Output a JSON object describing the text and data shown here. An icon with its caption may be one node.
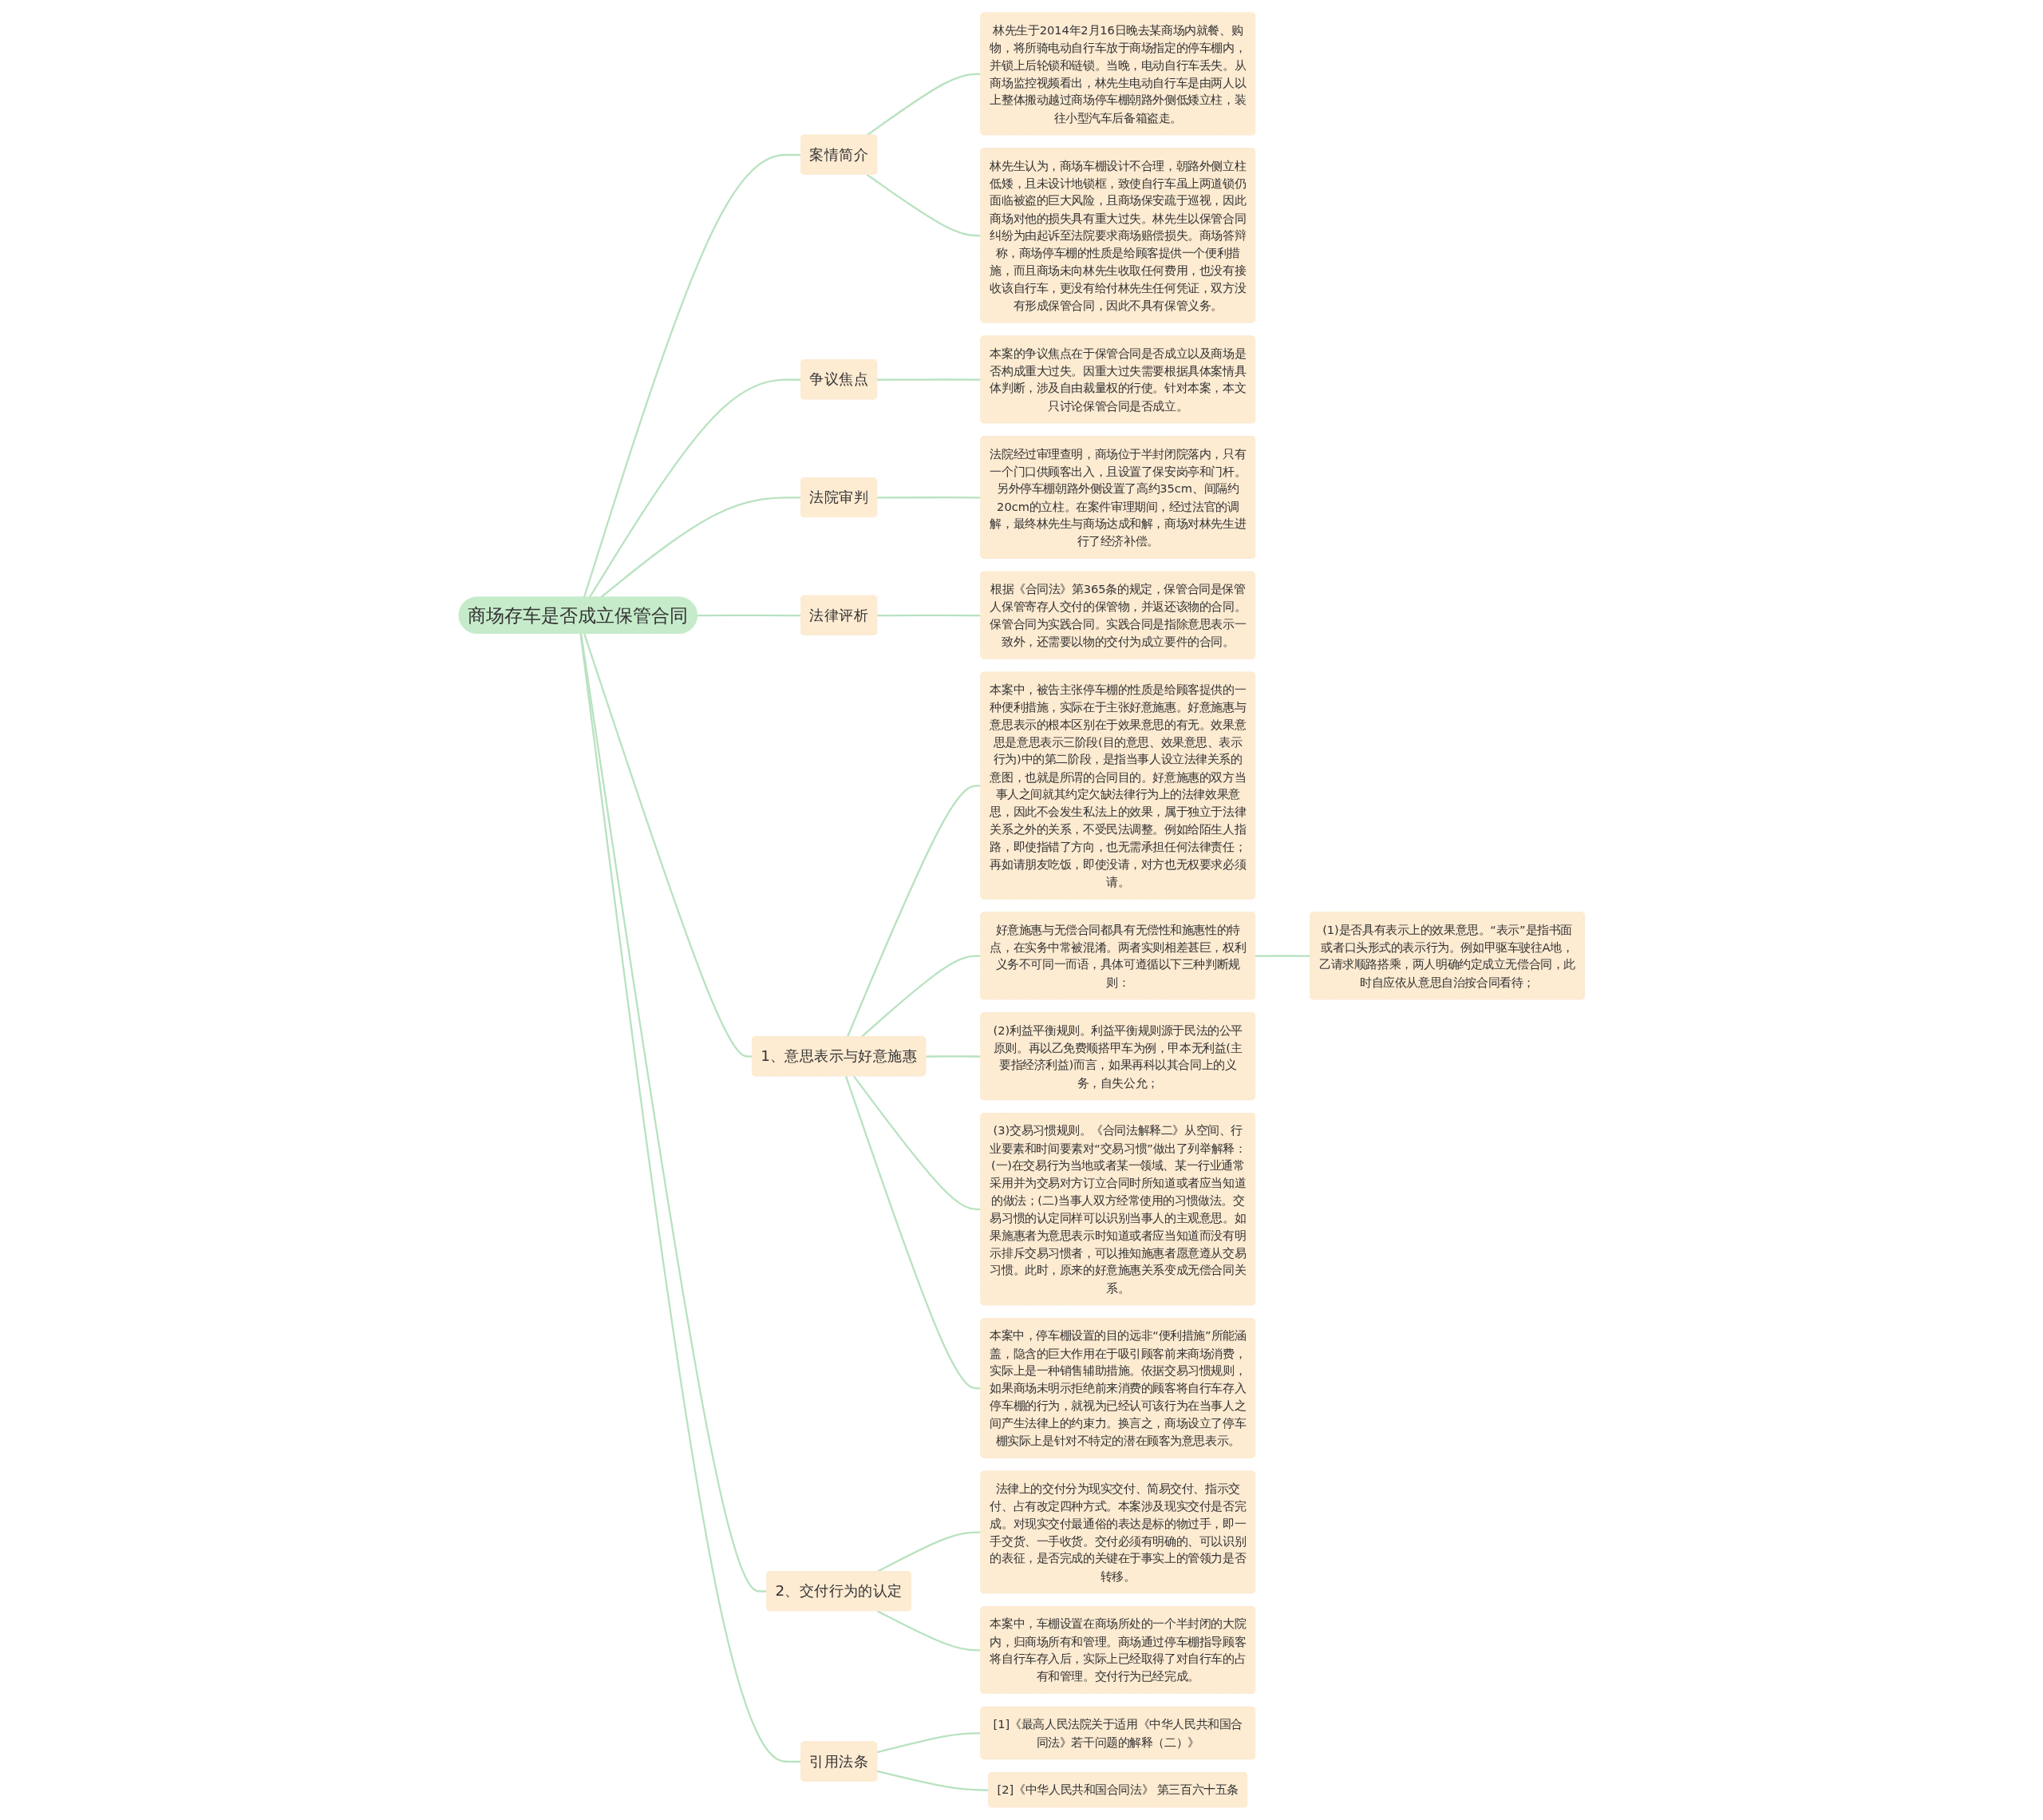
{
  "diagram": {
    "nodes": [
      {
        "text": [
          "商场存车是否成立保管合同"
        ]
      },
      {
        "text": [
          "案情简介"
        ]
      },
      {
        "text": [
          "林先生于2014年2月16日晚去某商场内就餐、购物，将所骑电动自行车放于商场指定的停车棚内，并锁上后轮锁和链锁。当晚，电动自行车丢失。从商场监控视频看出，林先生电动自行车是由两人以上整体搬动越过商场停车棚朝路外侧低矮立柱，装往小型汽车后备箱盗走。"
        ]
      },
      {
        "text": [
          "林先生认为，商场车棚设计不合理，朝路外侧立柱低矮，且未设计地锁框，致使自行车虽上两道锁仍面临被盗的巨大风险，且商场保安疏于巡视，因此商场对他的损失具有重大过失。林先生以保管合同纠纷为由起诉至法院要求商场赔偿损失。商场答辩称，商场停车棚的性质是给顾客提供一个便利措施，而且商场未向林先生收取任何费用，也没有接收该自行车，更没有给付林先生任何凭证，双方没有形成保管合同，因此不具有保管义务。"
        ]
      },
      {
        "text": [
          "争议焦点"
        ]
      },
      {
        "text": [
          "本案的争议焦点在于保管合同是否成立以及商场是否构成重大过失。因重大过失需要根据具体案情具体判断，涉及自由裁量权的行使。针对本案，本文只讨论保管合同是否成立。"
        ]
      },
      {
        "text": [
          "法院审判"
        ]
      },
      {
        "text": [
          "法院经过审理查明，商场位于半封闭院落内，只有一个门口供顾客出入，且设置了保安岗亭和门杆。另外停车棚朝路外侧设置了高约35cm、间隔约20cm的立柱。在案件审理期间，经过法官的调解，最终林先生与商场达成和解，商场对林先生进行了经济补偿。"
        ]
      },
      {
        "text": [
          "法律评析"
        ]
      },
      {
        "text": [
          "根据《合同法》第365条的规定，保管合同是保管人保管寄存人交付的保管物，并返还该物的合同。保管合同为实践合同。实践合同是指除意思表示一致外，还需要以物的交付为成立要件的合同。"
        ]
      },
      {
        "text": [
          "1、意思表示与好意施惠"
        ]
      },
      {
        "text": [
          "本案中，被告主张停车棚的性质是给顾客提供的一种便利措施，实际在于主张好意施惠。好意施惠与意思表示的根本区别在于效果意思的有无。效果意思是意思表示三阶段(目的意思、效果意思、表示行为)中的第二阶段，是指当事人设立法律关系的意图，也就是所谓的合同目的。好意施惠的双方当事人之间就其约定欠缺法律行为上的法律效果意思，因此不会发生私法上的效果，属于独立于法律关系之外的关系，不受民法调整。例如给陌生人指路，即使指错了方向，也无需承担任何法律责任；再如请朋友吃饭，即使没请，对方也无权要求必须请。"
        ]
      },
      {
        "text": [
          "好意施惠与无偿合同都具有无偿性和施惠性的特点，在实务中常被混淆。两者实则相差甚巨，权利义务不可同一而语，具体可遵循以下三种判断规则："
        ]
      },
      {
        "text": [
          "(1)是否具有表示上的效果意思。“表示”是指书面或者口头形式的表示行为。例如甲驱车驶往A地，乙请求顺路搭乘，两人明确约定成立无偿合同，此时自应依从意思自治按合同看待；"
        ]
      },
      {
        "text": [
          "(2)利益平衡规则。利益平衡规则源于民法的公平原则。再以乙免费顺搭甲车为例，甲本无利益(主要指经济利益)而言，如果再科以其合同上的义务，自失公允；"
        ]
      },
      {
        "text": [
          "(3)交易习惯规则。《合同法解释二》从空间、行业要素和时间要素对“交易习惯”做出了列举解释：(一)在交易行为当地或者某一领域、某一行业通常采用并为交易对方订立合同时所知道或者应当知道的做法；(二)当事人双方经常使用的习惯做法。交易习惯的认定同样可以识别当事人的主观意思。如果施惠者为意思表示时知道或者应当知道而没有明示排斥交易习惯者，可以推知施惠者愿意遵从交易习惯。此时，原来的好意施惠关系变成无偿合同关系。"
        ]
      },
      {
        "text": [
          "本案中，停车棚设置的目的远非“便利措施”所能涵盖，隐含的巨大作用在于吸引顾客前来商场消费，实际上是一种销售辅助措施。依据交易习惯规则，如果商场未明示拒绝前来消费的顾客将自行车存入停车棚的行为，就视为已经认可该行为在当事人之间产生法律上的约束力。换言之，商场设立了停车棚实际上是针对不特定的潜在顾客为意思表示。"
        ]
      },
      {
        "text": [
          "2、交付行为的认定"
        ]
      },
      {
        "text": [
          "法律上的交付分为现实交付、简易交付、指示交付、占有改定四种方式。本案涉及现实交付是否完成。对现实交付最通俗的表达是标的物过手，即一手交货、一手收货。交付必须有明确的、可以识别的表征，是否完成的关键在于事实上的管领力是否转移。"
        ]
      },
      {
        "text": [
          "本案中，车棚设置在商场所处的一个半封闭的大院内，归商场所有和管理。商场通过停车棚指导顾客将自行车存入后，实际上已经取得了对自行车的占有和管理。交付行为已经完成。"
        ]
      },
      {
        "text": [
          "引用法条"
        ]
      },
      {
        "text": [
          "[1]《最高人民法院关于适用《中华人民共和国合同法》若干问题的解释（二）》"
        ]
      },
      {
        "text": [
          "[2]《中华人民共和国合同法》 第三百六十五条"
        ]
      }
    ],
    "edges": [
      {
        "from": 0,
        "to": 1,
        "arrow": "none"
      },
      {
        "from": 1,
        "to": 2,
        "arrow": "none"
      },
      {
        "from": 1,
        "to": 3,
        "arrow": "none"
      },
      {
        "from": 0,
        "to": 4,
        "arrow": "none"
      },
      {
        "from": 4,
        "to": 5,
        "arrow": "none"
      },
      {
        "from": 0,
        "to": 6,
        "arrow": "none"
      },
      {
        "from": 6,
        "to": 7,
        "arrow": "none"
      },
      {
        "from": 0,
        "to": 8,
        "arrow": "none"
      },
      {
        "from": 8,
        "to": 9,
        "arrow": "none"
      },
      {
        "from": 0,
        "to": 10,
        "arrow": "none"
      },
      {
        "from": 10,
        "to": 11,
        "arrow": "none"
      },
      {
        "from": 10,
        "to": 12,
        "arrow": "none"
      },
      {
        "from": 12,
        "to": 13,
        "arrow": "none"
      },
      {
        "from": 10,
        "to": 14,
        "arrow": "none"
      },
      {
        "from": 10,
        "to": 15,
        "arrow": "none"
      },
      {
        "from": 10,
        "to": 16,
        "arrow": "none"
      },
      {
        "from": 0,
        "to": 17,
        "arrow": "none"
      },
      {
        "from": 17,
        "to": 18,
        "arrow": "none"
      },
      {
        "from": 17,
        "to": 19,
        "arrow": "none"
      },
      {
        "from": 0,
        "to": 20,
        "arrow": "none"
      },
      {
        "from": 20,
        "to": 21,
        "arrow": "none"
      },
      {
        "from": 20,
        "to": 22,
        "arrow": "none"
      }
    ]
  }
}
